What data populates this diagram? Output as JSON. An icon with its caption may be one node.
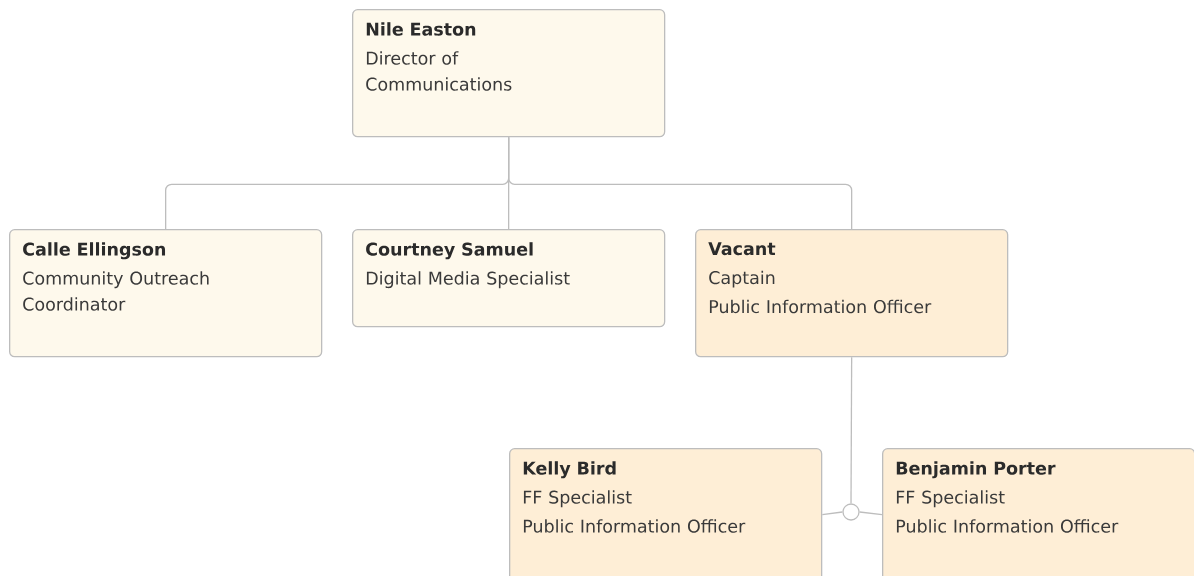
{
  "diagram": {
    "nodes": [
      {
        "text": [
          "Nile Easton",
          "Director of Communications"
        ]
      },
      {
        "text": [
          "Calle Ellingson",
          "Community Outreach Coordinator"
        ]
      },
      {
        "text": [
          "Courtney Samuel",
          "Digital Media Specialist"
        ]
      },
      {
        "text": [
          "Vacant",
          "Captain",
          "Public Information Officer"
        ]
      },
      {
        "text": [
          "Kelly Bird",
          "FF Specialist",
          "Public Information Officer"
        ]
      },
      {
        "text": [],
        "shape": "circle"
      },
      {
        "text": [
          "Benjamin Porter",
          "FF Specialist",
          "Public Information Officer"
        ]
      }
    ],
    "edges": [
      {
        "from": 0,
        "to": 1,
        "arrow": "none"
      },
      {
        "from": 0,
        "to": 2,
        "arrow": "none"
      },
      {
        "from": 0,
        "to": 3,
        "arrow": "none"
      },
      {
        "from": 3,
        "to": 5,
        "arrow": "none"
      },
      {
        "from": 5,
        "to": 4,
        "arrow": "none"
      },
      {
        "from": 5,
        "to": 6,
        "arrow": "none"
      }
    ]
  }
}
